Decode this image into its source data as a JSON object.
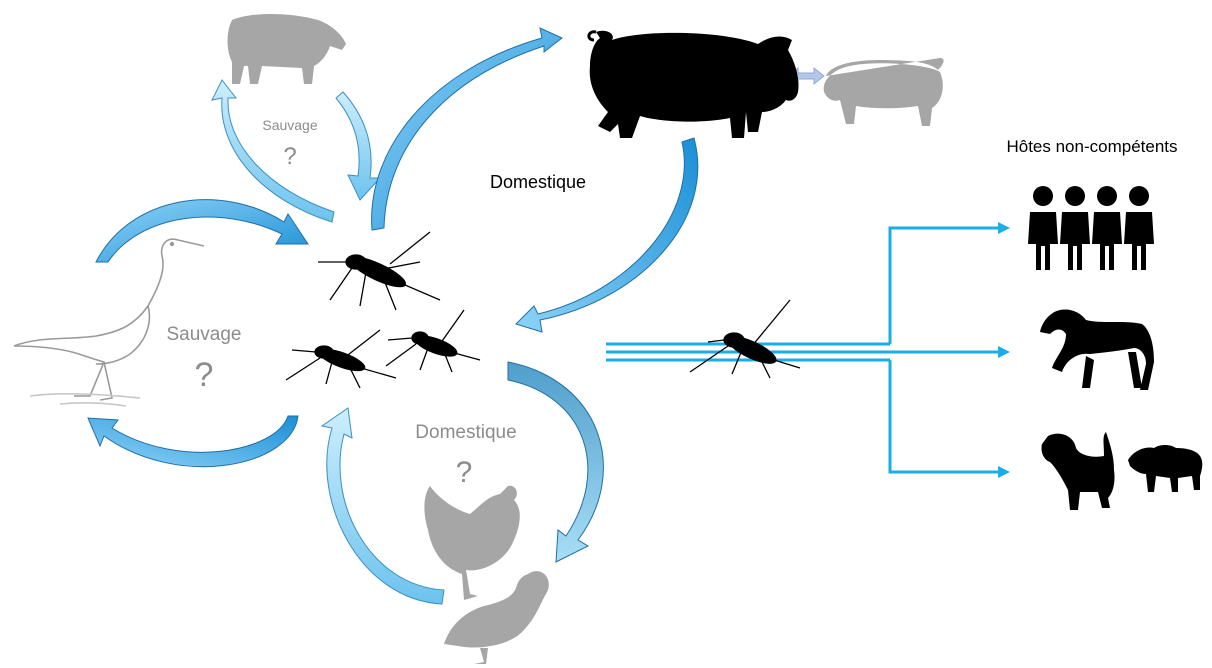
{
  "labels": {
    "wild_small": "Sauvage",
    "wild_small_q": "?",
    "domestic_pig": "Domestique",
    "wild_bird": "Sauvage",
    "wild_bird_q": "?",
    "domestic_bird": "Domestique",
    "domestic_bird_q": "?",
    "non_competent": "Hôtes non-compétents"
  },
  "colors": {
    "arrow_dark": "#1a8fd6",
    "arrow_light": "#9fd8f5",
    "arrow_mid": "#4fa3cc",
    "line_blue": "#1aaee8",
    "silhouette_black": "#000000",
    "silhouette_gray": "#a6a6a6",
    "label_gray": "#8c8c8c",
    "double_arrow": "#b4c7e7"
  },
  "icons": [
    "boar-icon",
    "pig-icon",
    "piglet-icon",
    "egret-icon",
    "mosquito-icon",
    "chicken-icon",
    "duck-icon",
    "people-icon",
    "horse-icon",
    "dog-icon",
    "zebu-icon"
  ]
}
